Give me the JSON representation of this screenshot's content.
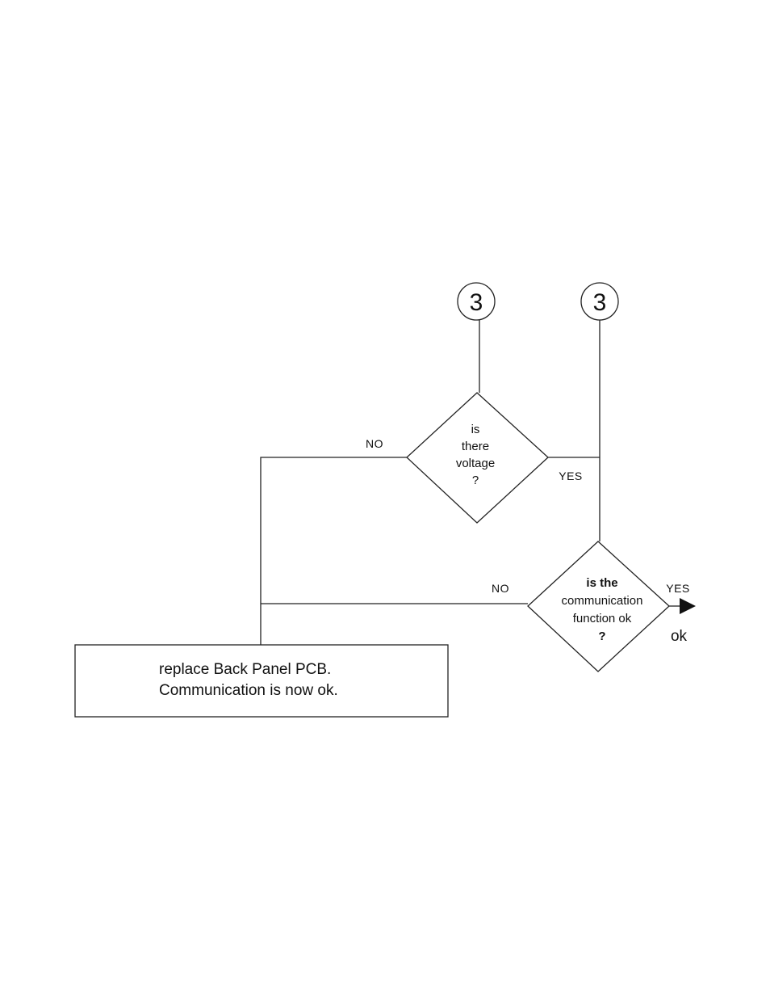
{
  "connectors": {
    "left": {
      "label": "3"
    },
    "right": {
      "label": "3"
    }
  },
  "decision_voltage": {
    "lines": [
      "is",
      "there",
      "voltage",
      "?"
    ],
    "no_label": "NO",
    "yes_label": "YES"
  },
  "decision_communication": {
    "lines": [
      "is the",
      "communication",
      "function ok",
      "?"
    ],
    "no_label": "NO",
    "yes_label": "YES"
  },
  "terminal": {
    "label": "ok"
  },
  "action_box": {
    "lines": [
      "replace Back Panel PCB.",
      "Communication is now ok."
    ]
  }
}
